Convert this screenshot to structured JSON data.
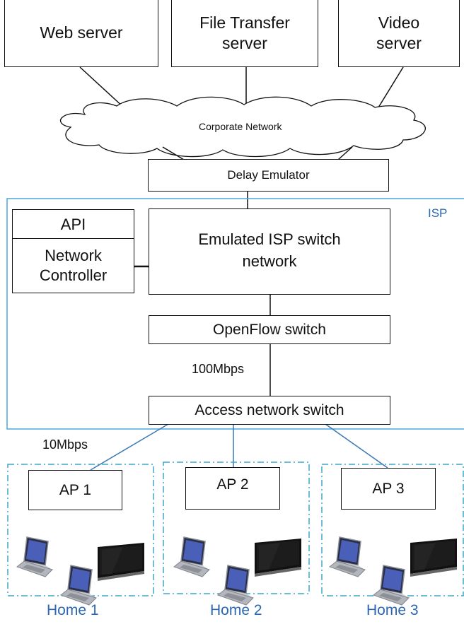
{
  "servers": {
    "web": "Web server",
    "ftp_line1": "File Transfer",
    "ftp_line2": "server",
    "video_line1": "Video",
    "video_line2": "server"
  },
  "corporate_network": "Corporate Network",
  "delay_emulator": "Delay Emulator",
  "isp": {
    "label": "ISP",
    "api": "API",
    "controller_line1": "Network",
    "controller_line2": "Controller",
    "emulated_line1": "Emulated ISP switch",
    "emulated_line2": "network",
    "openflow": "OpenFlow switch",
    "link_100": "100Mbps",
    "access_switch": "Access network switch"
  },
  "link_10": "10Mbps",
  "homes": [
    {
      "ap": "AP 1",
      "label": "Home 1"
    },
    {
      "ap": "AP 2",
      "label": "Home 2"
    },
    {
      "ap": "AP 3",
      "label": "Home 3"
    }
  ],
  "colors": {
    "isp_border": "#4aa6e0",
    "home_border": "#3fa5cc",
    "home_label": "#2b66b3",
    "links": "#3a78b5"
  }
}
